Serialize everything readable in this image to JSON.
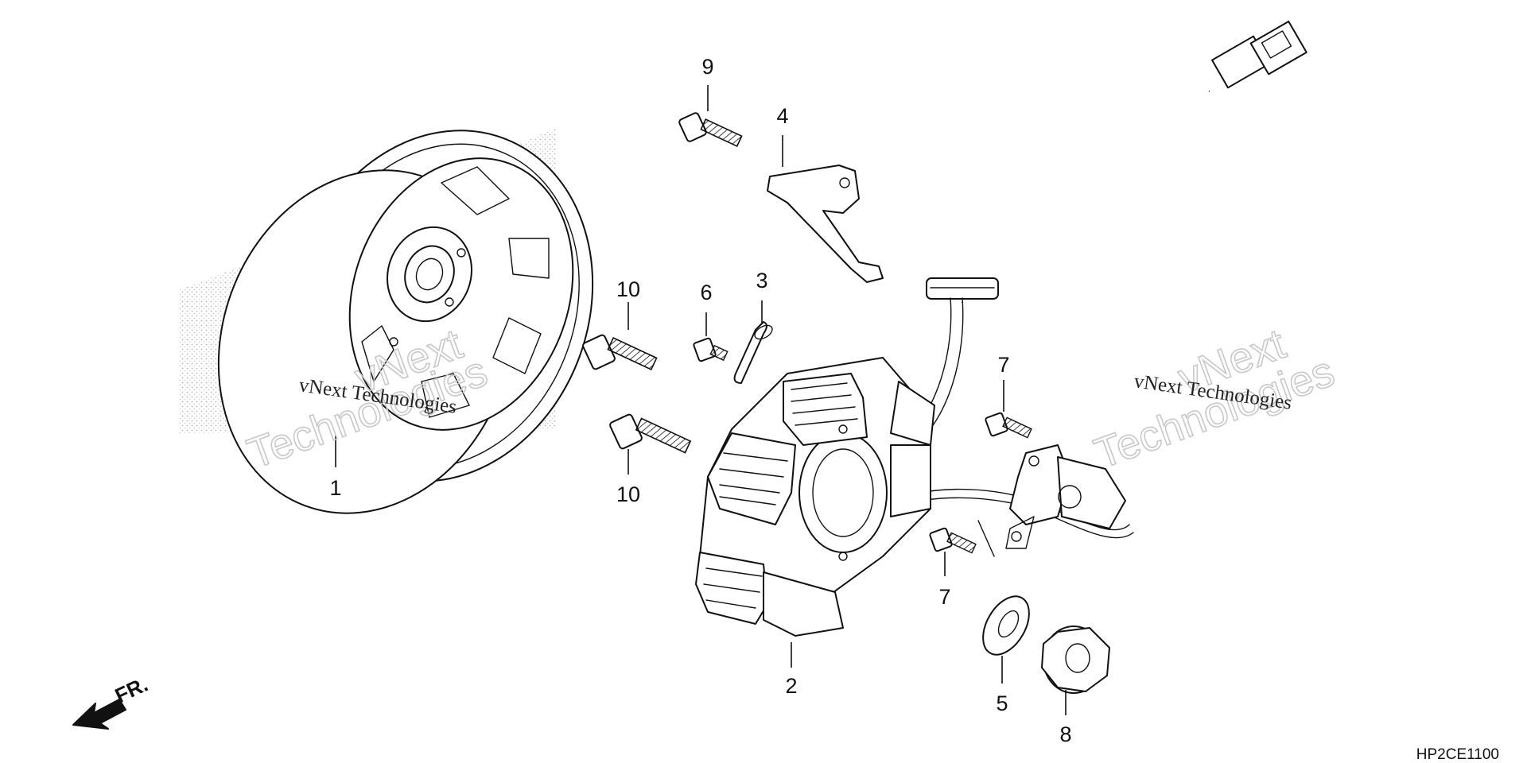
{
  "diagram": {
    "callouts": [
      "1",
      "2",
      "3",
      "4",
      "5",
      "6",
      "7",
      "7",
      "8",
      "9",
      "10",
      "10"
    ],
    "front_indicator": "FR.",
    "drawing_code": "HP2CE1100"
  },
  "watermark": {
    "line1": "vNext Technologies",
    "outline_top": "vNext",
    "outline_bottom": "Technologies"
  },
  "colors": {
    "ink": "#111111",
    "watermark_outline": "#c8c8c8",
    "stipple": "#9a9a9a"
  }
}
